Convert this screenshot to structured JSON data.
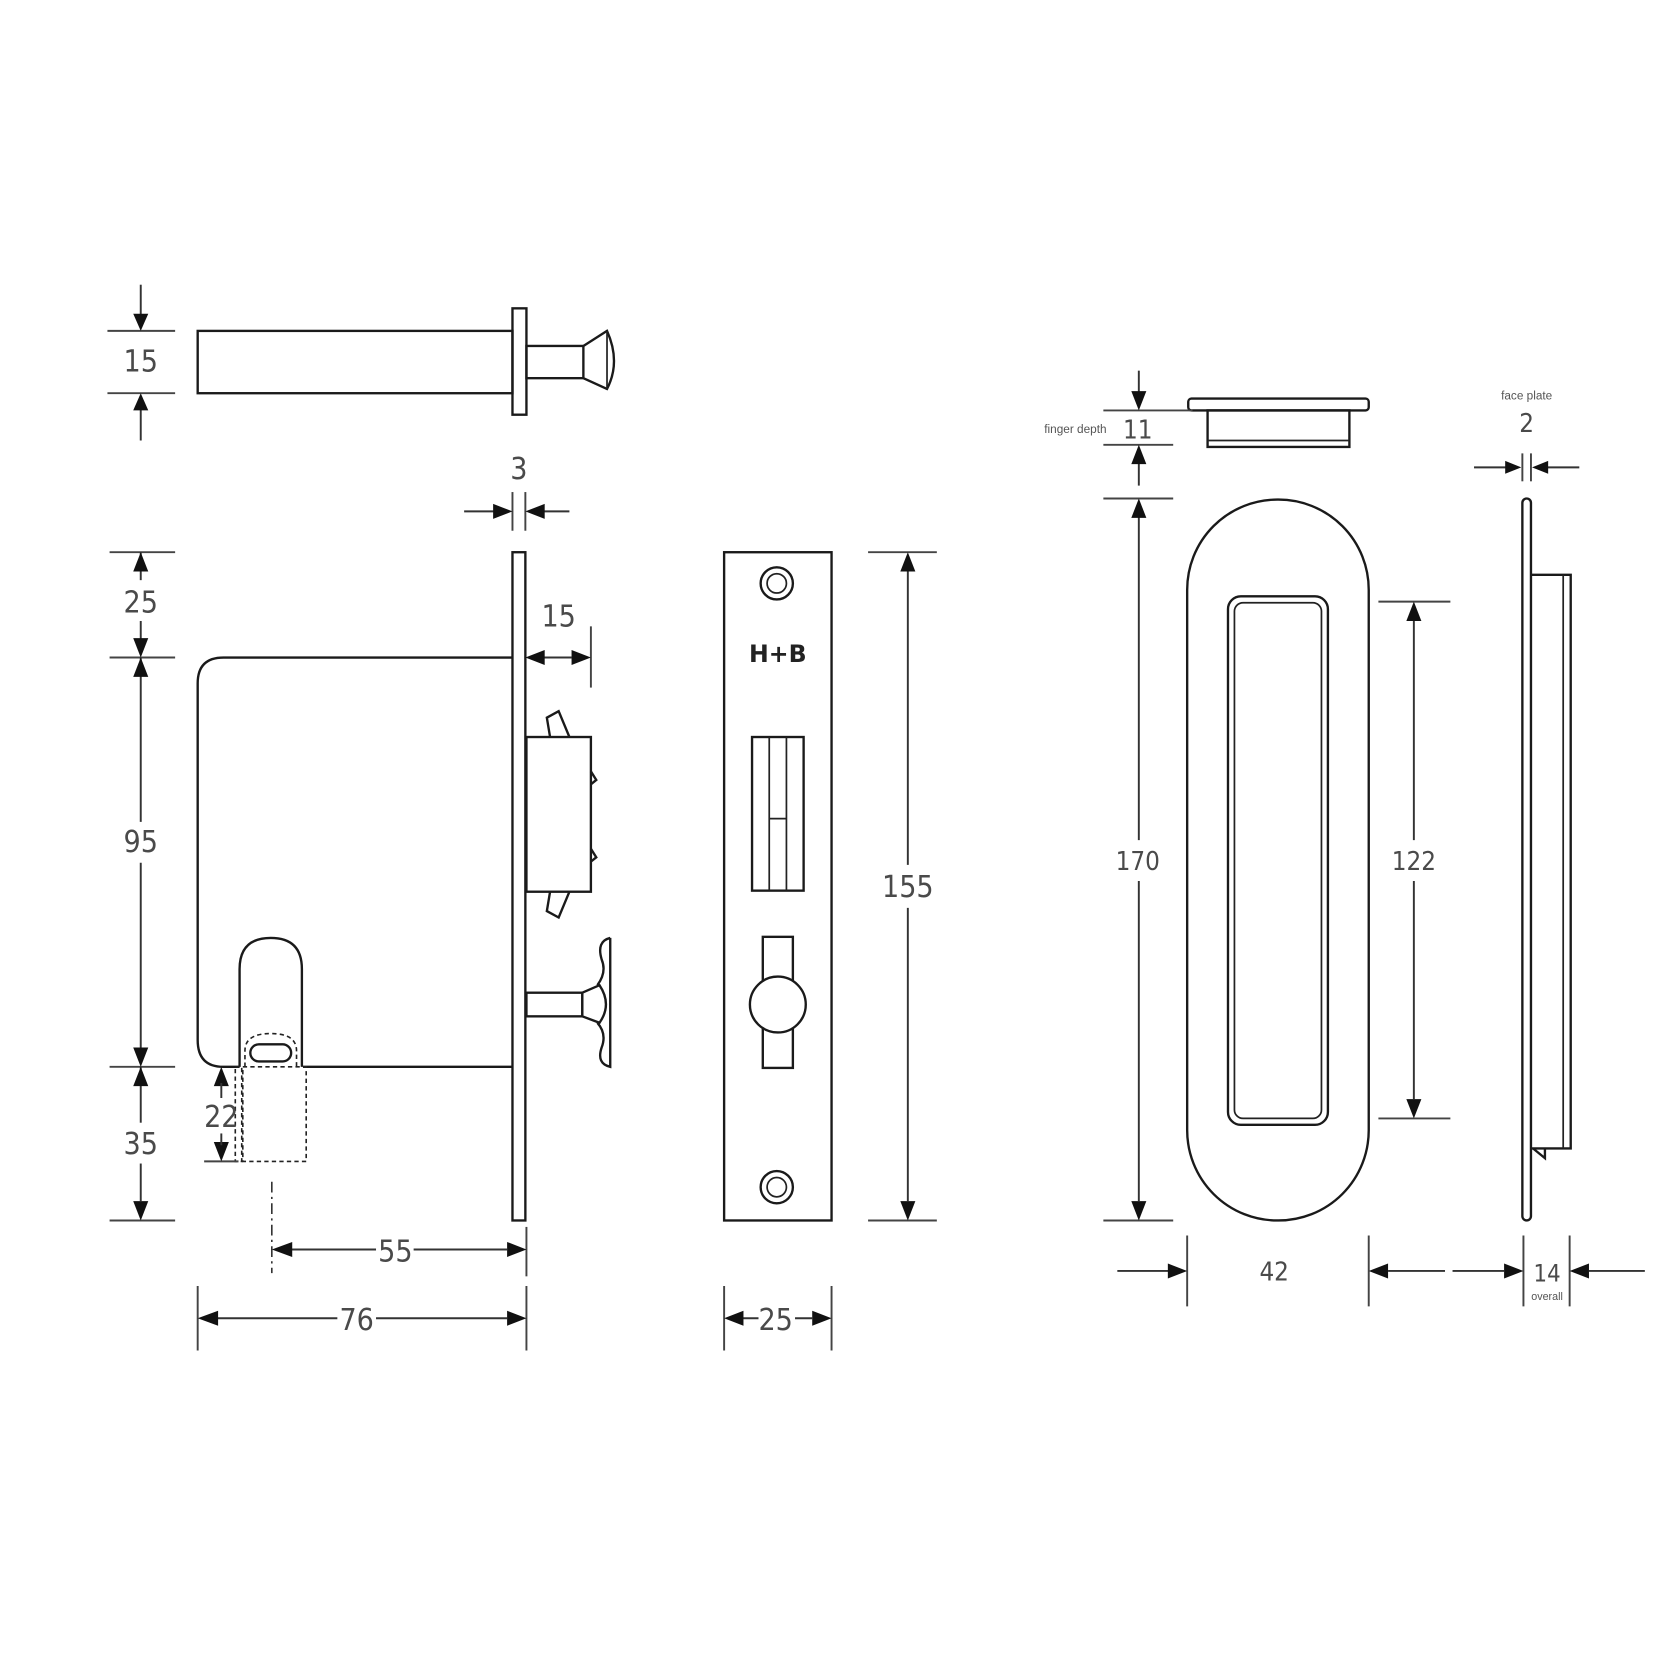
{
  "drawing": {
    "title": "Sliding door privacy lock and flush pull — dimension drawing",
    "units": "mm",
    "colors": {
      "line": "#1a1a1a",
      "dimension_text": "#4a4a4a",
      "background": "#ffffff"
    }
  },
  "lock_top_view": {
    "height_label": "15"
  },
  "lock_side_view": {
    "faceplate_thickness": "3",
    "top_offset": "25",
    "body_height": "95",
    "bottom_offset": "35",
    "slot_depth": "22",
    "bolt_projection": "15",
    "backset": "55",
    "case_depth": "76"
  },
  "faceplate_view": {
    "brand_mark": "H+B",
    "height": "155",
    "width": "25"
  },
  "flush_pull_top_view": {
    "finger_depth_label": "finger depth",
    "finger_depth": "11"
  },
  "flush_pull_front_view": {
    "overall_height": "170",
    "recess_height": "122",
    "width": "42"
  },
  "flush_pull_side_view": {
    "face_plate_label": "face plate",
    "face_plate": "2",
    "overall": "14",
    "overall_label": "overall"
  }
}
